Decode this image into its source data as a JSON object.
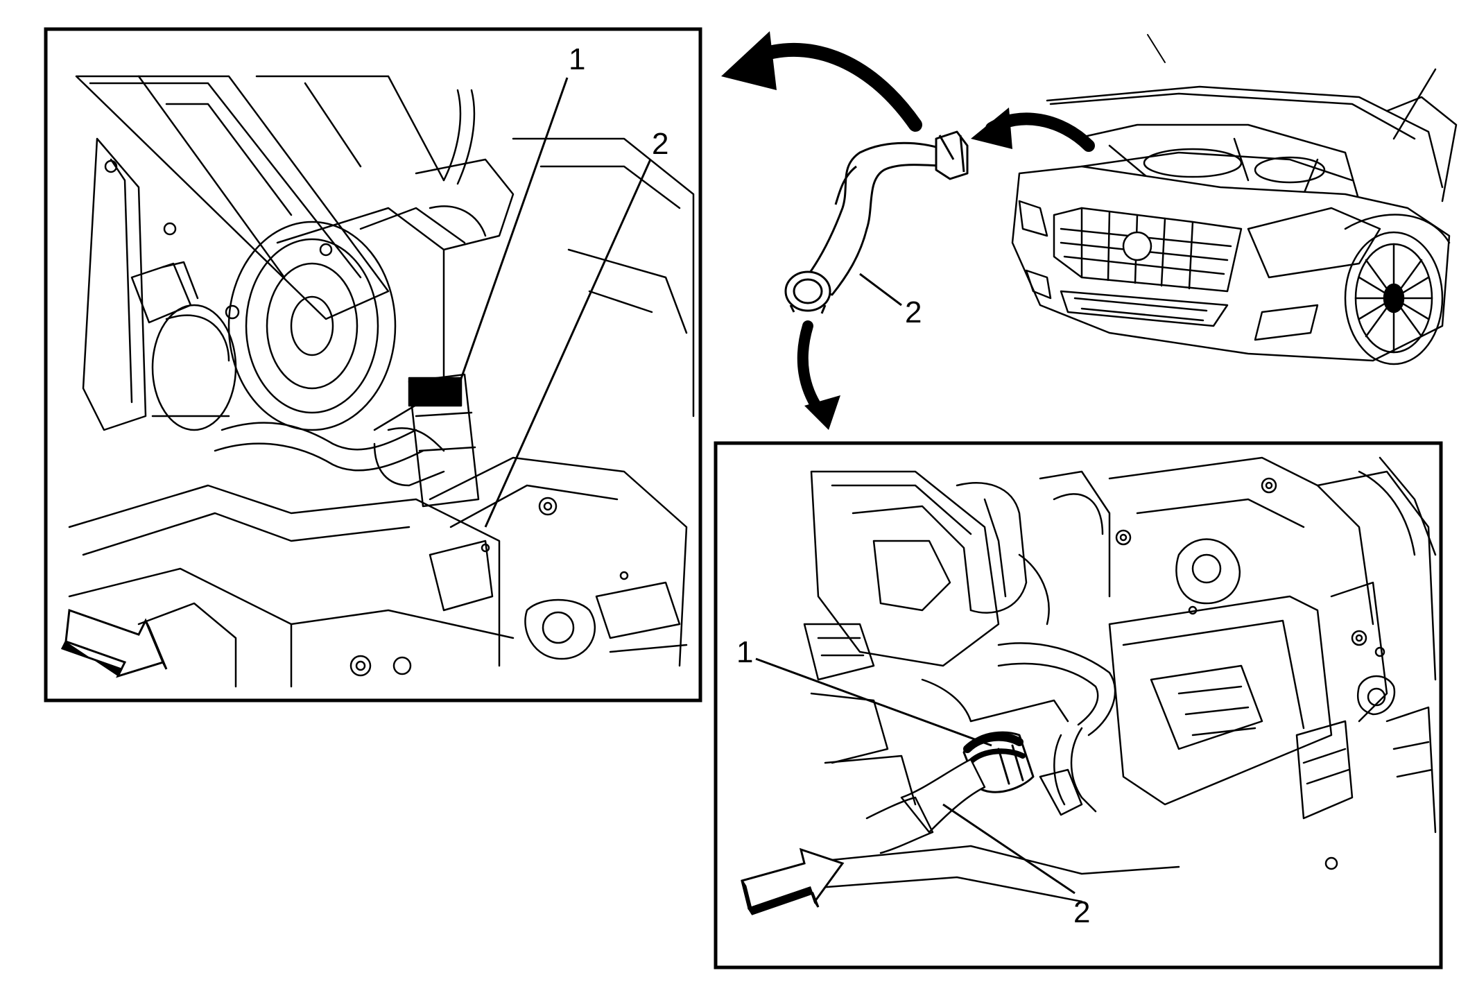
{
  "callouts": {
    "left_panel": {
      "label_1": "1",
      "label_2": "2"
    },
    "center_hose": {
      "label_2": "2"
    },
    "right_panel": {
      "label_1": "1",
      "label_2": "2"
    }
  },
  "icons": {
    "forward_direction": "forward-arrow-icon",
    "flow": "curved-flow-arrow-icon"
  },
  "colors": {
    "line": "#000000",
    "background": "#ffffff"
  }
}
